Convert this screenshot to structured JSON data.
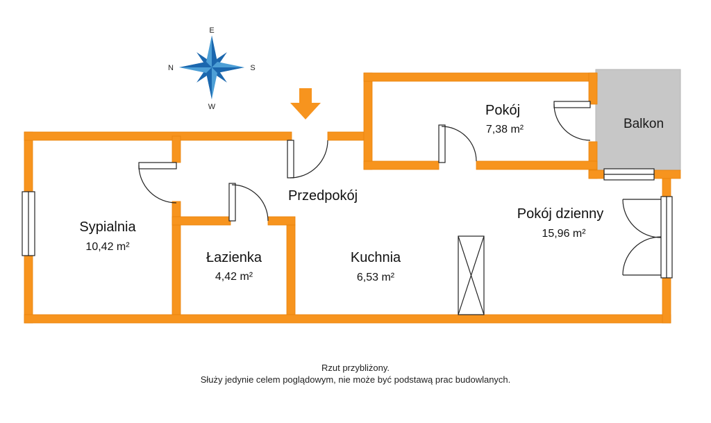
{
  "plan": {
    "rooms": {
      "sypialnia": {
        "name": "Sypialnia",
        "area": "10,42 m²"
      },
      "lazienka": {
        "name": "Łazienka",
        "area": "4,42 m²"
      },
      "przedpokoj": {
        "name": "Przedpokój"
      },
      "kuchnia": {
        "name": "Kuchnia",
        "area": "6,53 m²"
      },
      "pokoj": {
        "name": "Pokój",
        "area": "7,38 m²"
      },
      "pokoj_dzienny": {
        "name": "Pokój dzienny",
        "area": "15,96 m²"
      },
      "balkon": {
        "name": "Balkon"
      }
    },
    "compass": {
      "north": "N",
      "east": "E",
      "south": "S",
      "west": "W"
    },
    "disclaimer": {
      "line1": "Rzut przybliżony.",
      "line2": "Służy jedynie celem poglądowym, nie może być podstawą prac budowlanych."
    },
    "colors": {
      "wall": "#F7941E",
      "balcony": "#C7C7C7",
      "compass_light": "#4D9FD6",
      "compass_dark": "#1B67AE"
    }
  }
}
